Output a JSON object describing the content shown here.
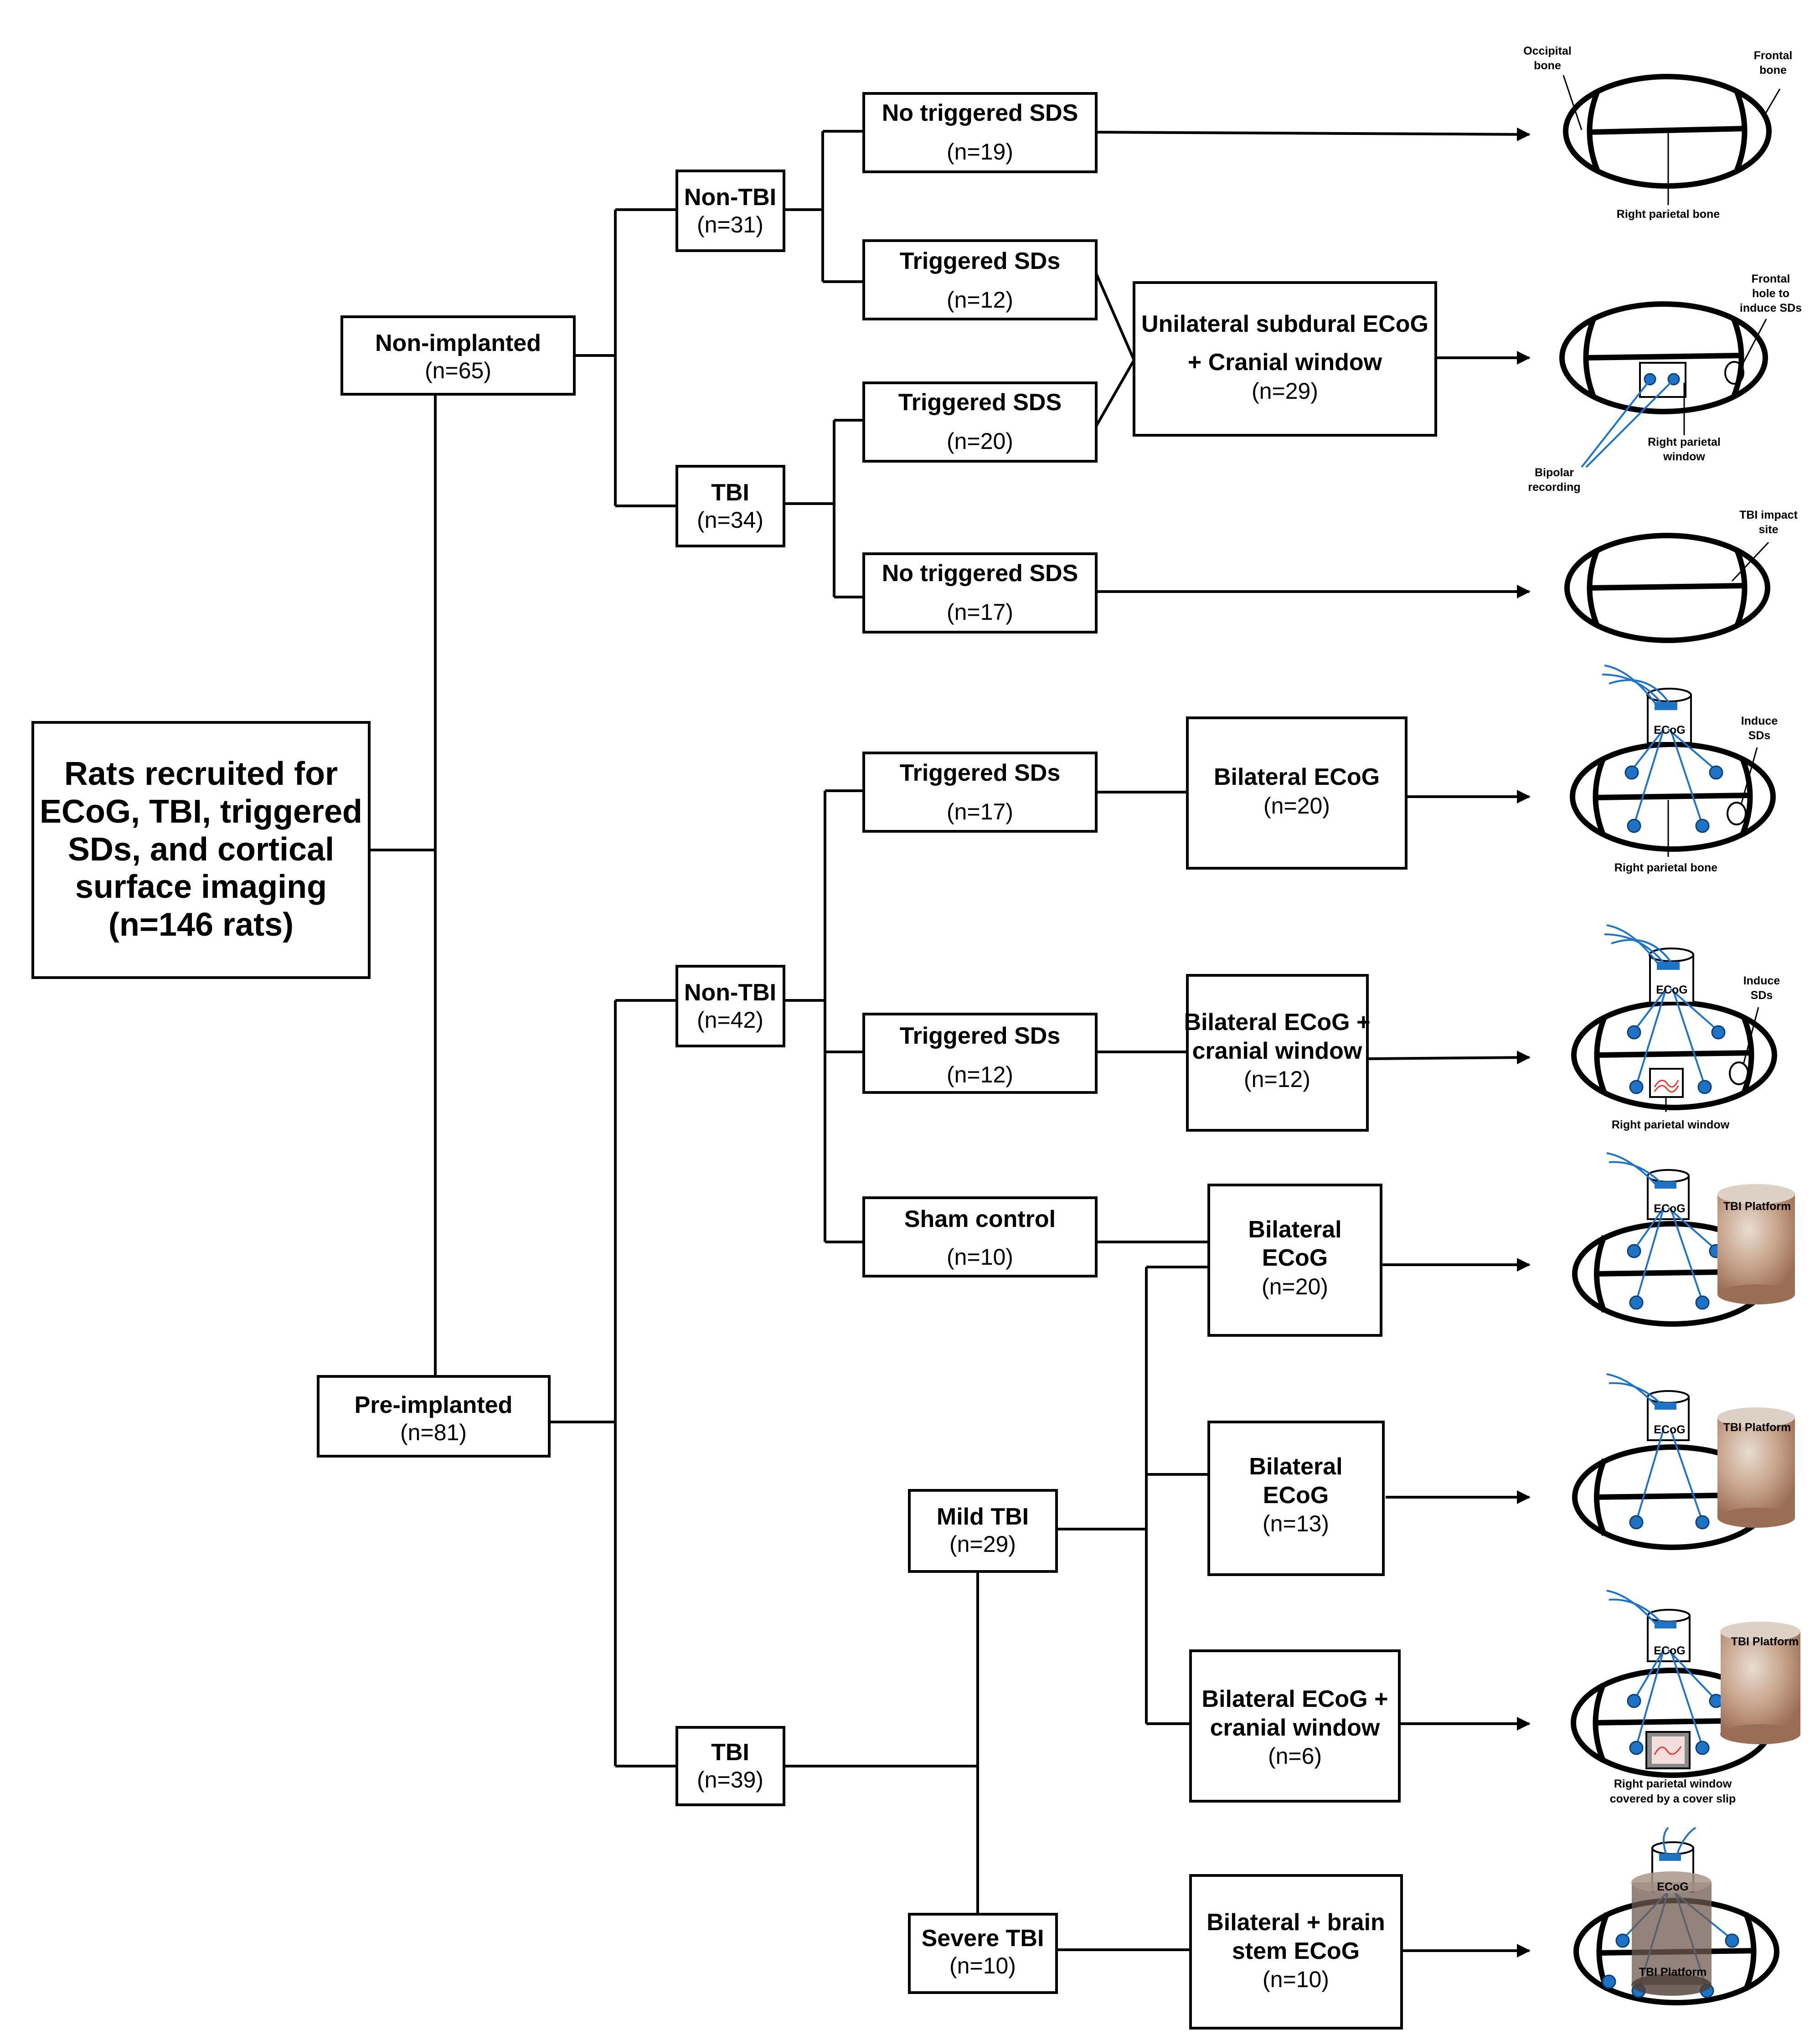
{
  "root": {
    "lines": [
      "Rats recruited for",
      "ECoG, TBI, triggered",
      "SDs, and cortical",
      "surface imaging",
      "(n=146 rats)"
    ]
  },
  "groups": {
    "non_implanted": {
      "label": "Non-implanted",
      "count": "(n=65)"
    },
    "pre_implanted": {
      "label": "Pre-implanted",
      "count": "(n=81)"
    },
    "ni_non_tbi": {
      "label": "Non-TBI",
      "count": "(n=31)"
    },
    "ni_tbi": {
      "label": "TBI",
      "count": "(n=34)"
    },
    "pi_non_tbi": {
      "label": "Non-TBI",
      "count": "(n=42)"
    },
    "pi_tbi": {
      "label": "TBI",
      "count": "(n=39)"
    },
    "mild_tbi": {
      "label": "Mild TBI",
      "count": "(n=29)"
    },
    "severe_tbi": {
      "label": "Severe TBI",
      "count": "(n=10)"
    }
  },
  "conditions": {
    "c1": {
      "label": "No triggered SDS",
      "count": "(n=19)"
    },
    "c2": {
      "label": "Triggered SDs",
      "count": "(n=12)"
    },
    "c3": {
      "label": "Triggered SDS",
      "count": "(n=20)"
    },
    "c4": {
      "label": "No triggered SDS",
      "count": "(n=17)"
    },
    "c5": {
      "label": "Triggered SDs",
      "count": "(n=17)"
    },
    "c6": {
      "label": "Triggered SDs",
      "count": "(n=12)"
    },
    "c7": {
      "label": "Sham control",
      "count": "(n=10)"
    }
  },
  "outcomes": {
    "o1": {
      "line1": "Unilateral subdural ECoG",
      "line2": "+ Cranial window",
      "count": "(n=29)"
    },
    "o2": {
      "line1": "Bilateral ECoG",
      "count": "(n=20)"
    },
    "o3": {
      "line1": "Bilateral ECoG +",
      "line2": "cranial window",
      "count": "(n=12)"
    },
    "o4": {
      "line1": "Bilateral",
      "line2": "ECoG",
      "count": "(n=20)"
    },
    "o5": {
      "line1": "Bilateral",
      "line2": "ECoG",
      "count": "(n=13)"
    },
    "o6": {
      "line1": "Bilateral ECoG +",
      "line2": "cranial window",
      "count": "(n=6)"
    },
    "o7": {
      "line1": "Bilateral + brain",
      "line2": "stem ECoG",
      "count": "(n=10)"
    }
  },
  "annotations": {
    "occipital_1": "Occipital",
    "occipital_2": "bone",
    "frontal_1": "Frontal",
    "frontal_2": "bone",
    "right_parietal_bone": "Right parietal bone",
    "frontal_hole_1": "Frontal",
    "frontal_hole_2": "hole to",
    "frontal_hole_3": "induce SDs",
    "right_parietal_1": "Right parietal",
    "right_parietal_2": "window",
    "bipolar_1": "Bipolar",
    "bipolar_2": "recording",
    "impact_1": "TBI impact",
    "impact_2": "site",
    "ecog": "ECoG",
    "induce_1": "Induce",
    "induce_2": "SDs",
    "right_parietal_bone_2": "Right parietal bone",
    "right_parietal_window": "Right parietal window",
    "tbi_platform": "TBI Platform",
    "covered_1": "Right parietal window",
    "covered_2": "covered by a cover slip"
  },
  "colors": {
    "electrode": "#1f73c7",
    "trace": "#e53935",
    "platform": "#b48a6e"
  }
}
